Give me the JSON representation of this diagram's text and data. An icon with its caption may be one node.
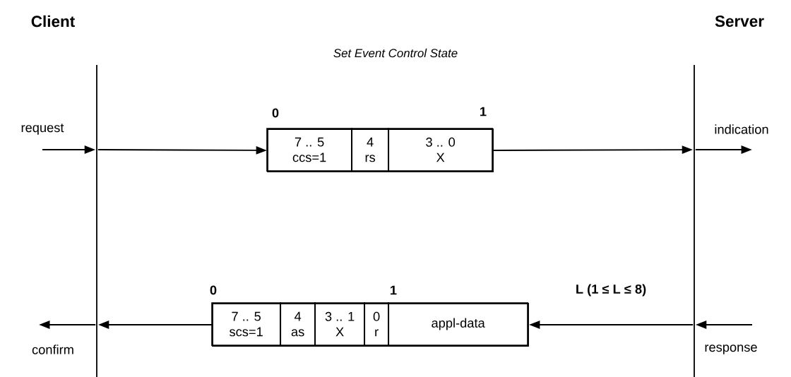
{
  "diagram": {
    "title": "Set Event Control State",
    "nodes": [
      {
        "text": [],
        "shape": "line",
        "beside": [
          "Client"
        ]
      },
      {
        "text": [],
        "shape": "line",
        "beside": [
          "Server"
        ]
      },
      {
        "text": [],
        "shape": "box",
        "beside": [
          "0",
          "1"
        ]
      },
      {
        "text": [
          "7 .. 5",
          "ccs=1"
        ],
        "in": 2
      },
      {
        "text": [
          "4",
          "rs"
        ],
        "in": 2
      },
      {
        "text": [
          "3 .. 0",
          "X"
        ],
        "in": 2
      },
      {
        "text": [],
        "shape": "box",
        "beside": [
          "0",
          "1",
          "L (1 ≤ L ≤ 8)"
        ]
      },
      {
        "text": [
          "7 .. 5",
          "scs=1"
        ],
        "in": 6
      },
      {
        "text": [
          "4",
          "as"
        ],
        "in": 6
      },
      {
        "text": [
          "3 .. 1",
          "X"
        ],
        "in": 6
      },
      {
        "text": [
          "0",
          "r"
        ],
        "in": 6
      },
      {
        "text": [
          "appl-data"
        ],
        "in": 6
      }
    ],
    "edges": [
      {
        "from": null,
        "to": 0,
        "arrow": "to"
      },
      {
        "from": 0,
        "to": 2,
        "arrow": "to"
      },
      {
        "from": 2,
        "to": 1,
        "arrow": "to"
      },
      {
        "from": 1,
        "to": null,
        "arrow": "to"
      },
      {
        "from": null,
        "to": 1,
        "arrow": "to"
      },
      {
        "from": 1,
        "to": 6,
        "arrow": "to"
      },
      {
        "from": 6,
        "to": 0,
        "arrow": "to"
      },
      {
        "from": 0,
        "to": null,
        "arrow": "to"
      }
    ],
    "labels": [
      "request",
      "indication",
      "confirm",
      "response"
    ]
  }
}
